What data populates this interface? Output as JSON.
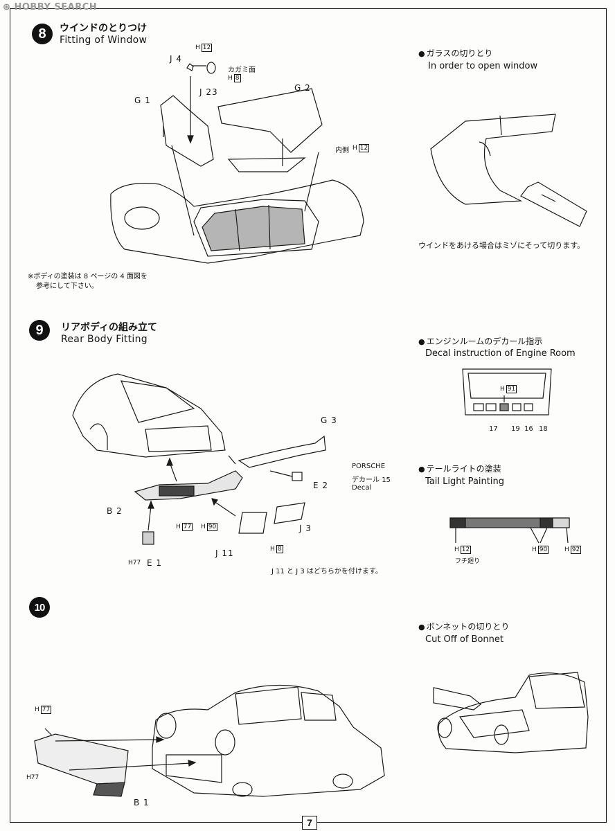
{
  "watermark": "HOBBY SEARCH",
  "page_number": "7",
  "step8": {
    "number": "8",
    "title_jp": "ウインドのとりつけ",
    "title_en": "Fitting of Window",
    "note_line1": "※ボディの塗装は 8 ページの 4 面図を",
    "note_line2": "参考にして下さい。",
    "parts": {
      "j4": "J 4",
      "j23": "J 23",
      "g1": "G 1",
      "g2": "G 2",
      "mirror_face": "カガミ面",
      "inside": "内側"
    },
    "colors": {
      "h12_a": "12",
      "h8": "8",
      "h12_b": "12"
    },
    "side_title_jp": "ガラスの切りとり",
    "side_title_en": "In order to open window",
    "side_caption": "ウインドをあける場合はミゾにそって切ります。"
  },
  "step9": {
    "number": "9",
    "title_jp": "リアボディの組み立て",
    "title_en": "Rear Body Fitting",
    "parts": {
      "g3": "G 3",
      "e2": "E 2",
      "b2": "B 2",
      "j3": "J 3",
      "j11": "J 11",
      "e1": "E 1"
    },
    "colors": {
      "h77_a": "77",
      "h90": "90",
      "h8": "8",
      "h77_b": "77"
    },
    "decal_label": [
      "PORSCHE",
      "デカール",
      "Decal"
    ],
    "decal_number": "15",
    "choose_note": "J 11 と J 3 はどちらかを付けます。",
    "engine_title_jp": "エンジンルームのデカール指示",
    "engine_title_en": "Decal instruction of Engine Room",
    "engine_color": "91",
    "engine_decals": [
      "17",
      "19",
      "16",
      "18"
    ],
    "tail_title_jp": "テールライトの塗装",
    "tail_title_en": "Tail Light Painting",
    "tail_colors": {
      "h12": "12",
      "h90": "90",
      "h92": "92"
    },
    "tail_note": "フチ廻り"
  },
  "step10": {
    "number": "10",
    "parts": {
      "b1": "B 1"
    },
    "colors": {
      "h77_a": "77",
      "h77_b": "77"
    },
    "side_title_jp": "ボンネットの切りとり",
    "side_title_en": "Cut Off of Bonnet"
  }
}
